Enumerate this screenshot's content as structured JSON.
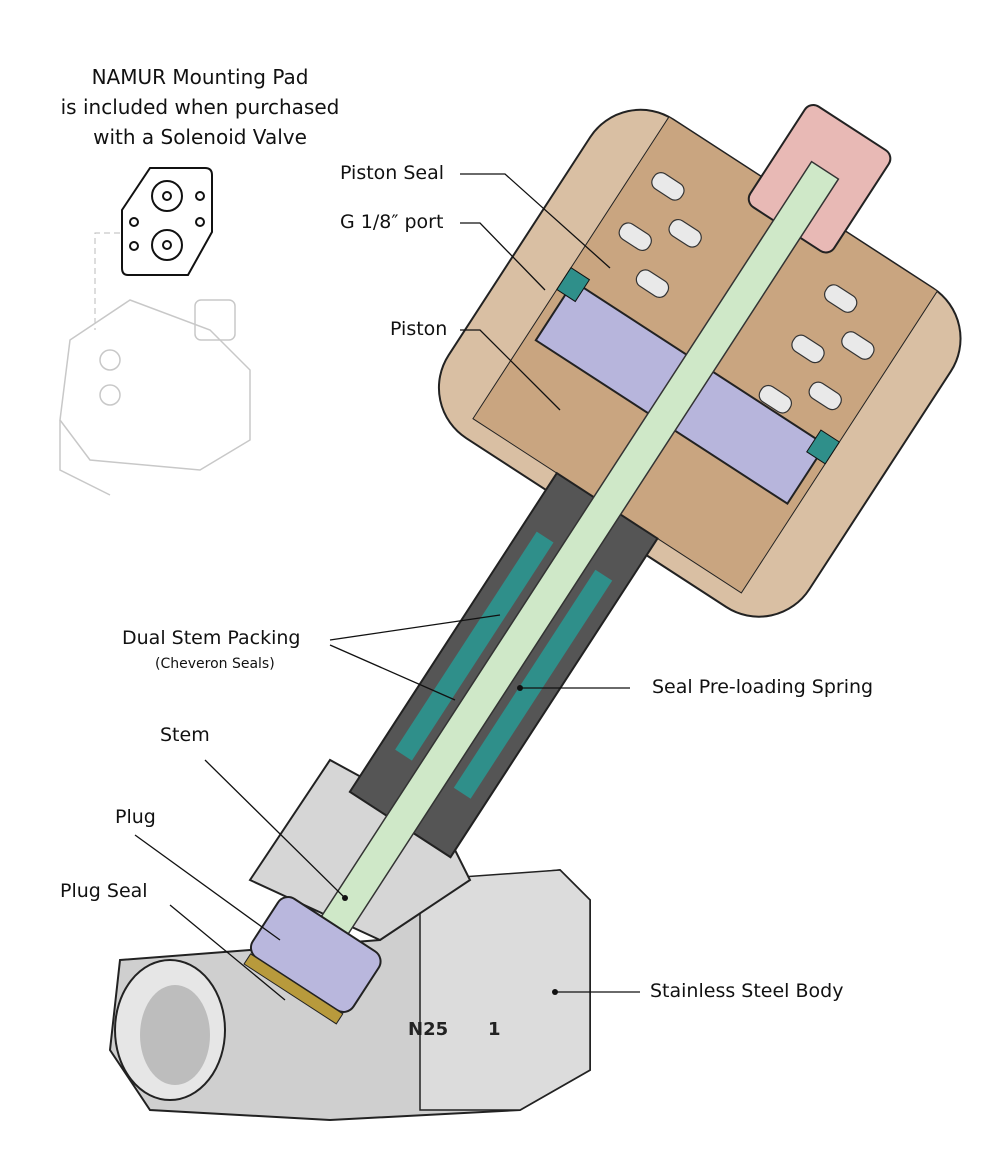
{
  "note": {
    "line1": "NAMUR Mounting Pad",
    "line2": "is included when purchased",
    "line3": "with a Solenoid Valve"
  },
  "labels": {
    "piston_seal": "Piston Seal",
    "port": "G 1/8″ port",
    "piston": "Piston",
    "dual_stem_packing": "Dual Stem Packing",
    "cheveron_seals": "(Cheveron Seals)",
    "seal_spring": "Seal Pre-loading Spring",
    "stem": "Stem",
    "plug": "Plug",
    "plug_seal": "Plug Seal",
    "body": "Stainless Steel Body"
  },
  "body_marking": {
    "size": "N25",
    "number": "1"
  },
  "colors": {
    "actuator": "#d9bfa3",
    "actuator_dark": "#b8916c",
    "cap": "#e8b9b5",
    "piston": "#b7b5dc",
    "stem": "#cfe8c8",
    "seals": "#2f8f8a",
    "neck": "#555555",
    "body": "#cfcfcf"
  }
}
